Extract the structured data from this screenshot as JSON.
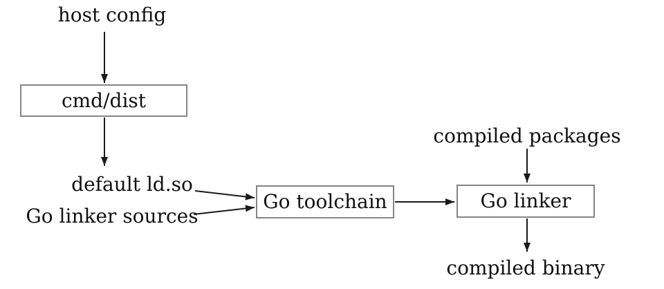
{
  "diagram": {
    "colors": {
      "background": "#ffffff",
      "text": "#111111",
      "arrow": "#1a1a1a",
      "box_border": "#848484"
    },
    "labels": {
      "host_config": "host config",
      "default_ldso": "default ld.so",
      "go_linker_sources": "Go linker sources",
      "compiled_packages": "compiled packages",
      "compiled_binary": "compiled binary"
    },
    "nodes": {
      "cmd_dist": {
        "label": "cmd/dist"
      },
      "go_toolchain": {
        "label": "Go toolchain"
      },
      "go_linker": {
        "label": "Go linker"
      }
    },
    "edges": [
      {
        "from": "host config",
        "to": "cmd/dist"
      },
      {
        "from": "cmd/dist",
        "to": "default ld.so"
      },
      {
        "from": "default ld.so",
        "to": "Go toolchain"
      },
      {
        "from": "Go linker sources",
        "to": "Go toolchain"
      },
      {
        "from": "Go toolchain",
        "to": "Go linker"
      },
      {
        "from": "compiled packages",
        "to": "Go linker"
      },
      {
        "from": "Go linker",
        "to": "compiled binary"
      }
    ]
  }
}
